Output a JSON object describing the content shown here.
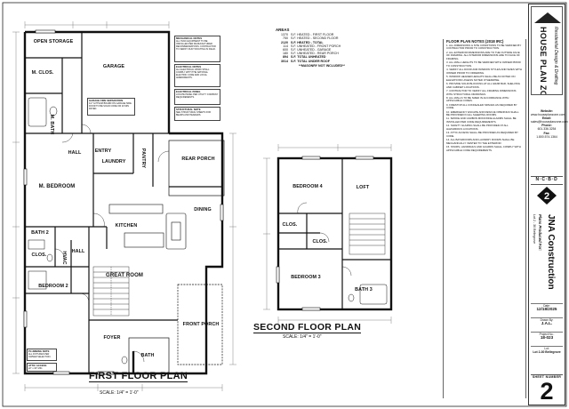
{
  "first_floor": {
    "title": "FIRST FLOOR PLAN",
    "scale": "SCALE: 1/4\" = 1'-0\"",
    "rooms": [
      {
        "name": "OPEN STORAGE",
        "dims": ""
      },
      {
        "name": "GARAGE",
        "dims": ""
      },
      {
        "name": "M. CLOS.",
        "dims": ""
      },
      {
        "name": "M. BATH",
        "dims": ""
      },
      {
        "name": "HALL",
        "dims": ""
      },
      {
        "name": "ENTRY",
        "dims": ""
      },
      {
        "name": "LAUNDRY",
        "dims": ""
      },
      {
        "name": "PANTRY",
        "dims": ""
      },
      {
        "name": "REAR PORCH",
        "dims": ""
      },
      {
        "name": "M. BEDROOM",
        "dims": ""
      },
      {
        "name": "DINING",
        "dims": ""
      },
      {
        "name": "KITCHEN",
        "dims": ""
      },
      {
        "name": "BATH 2",
        "dims": ""
      },
      {
        "name": "HALL",
        "dims": ""
      },
      {
        "name": "CLOS.",
        "dims": ""
      },
      {
        "name": "HVAC",
        "dims": ""
      },
      {
        "name": "GREAT ROOM",
        "dims": ""
      },
      {
        "name": "BEDROOM 2",
        "dims": ""
      },
      {
        "name": "FRONT PORCH",
        "dims": ""
      },
      {
        "name": "FOYER",
        "dims": ""
      },
      {
        "name": "BATH",
        "dims": ""
      }
    ]
  },
  "second_floor": {
    "title": "SECOND FLOOR PLAN",
    "scale": "SCALE: 1/4\" = 1'-0\"",
    "rooms": [
      {
        "name": "BEDROOM 4",
        "dims": ""
      },
      {
        "name": "LOFT",
        "dims": ""
      },
      {
        "name": "CLOS.",
        "dims": ""
      },
      {
        "name": "CLOS.",
        "dims": ""
      },
      {
        "name": "BEDROOM 3",
        "dims": ""
      },
      {
        "name": "BATH 3",
        "dims": ""
      }
    ]
  },
  "areas": {
    "title": "AREAS",
    "rows": [
      {
        "value": "1370",
        "label": "S.F. HEATED - FIRST FLOOR"
      },
      {
        "value": "750",
        "label": "S.F. HEATED - SECOND FLOOR"
      },
      {
        "value": "2120",
        "label": "S.F. HEATED - TOTAL"
      },
      {
        "value": "114",
        "label": "S.F. UNHEATED - FRONT PORCH"
      },
      {
        "value": "600",
        "label": "S.F. UNHEATED - GARAGE"
      },
      {
        "value": "180",
        "label": "S.F. UNHEATED - REAR PORCH"
      },
      {
        "value": "894",
        "label": "S.F. TOTAL UNHEATED"
      },
      {
        "value": "3014",
        "label": "S.F. TOTAL UNDER ROOF"
      }
    ],
    "footnote": "**MASONRY NOT INCLUDED**"
  },
  "notes": {
    "title": "FLOOR PLAN NOTES (2018 IRC)",
    "items": [
      "1. ALL DIMENSIONS & SITE CONDITIONS TO BE VERIFIED BY CONTRACTOR PRIOR TO CONSTRUCTION.",
      "2. ALL EXTERIOR DIMENSIONS ARE TO THE OUTSIDE FACE OF FRAMING. ALL INTERIOR DIMENSIONS ARE TO FACE OF FRAMING.",
      "3. ALL WALL HEIGHTS TO BE VERIFIED WITH OWNER PRIOR TO CONSTRUCTION.",
      "4. VERIFY ALL DOOR AND WINDOW STYLES AND SIZES WITH OWNER PRIOR TO ORDERING.",
      "5. WINDOW HEADER HEIGHTS SHALL BE AS NOTED ON ELEVATIONS UNLESS NOTED OTHERWISE.",
      "6. PROVIDE SOLID BLOCKING AT ALL GRAB BAR, SHELVING AND CABINET LOCATIONS.",
      "7. CONTRACTOR TO VERIFY ALL FRAMING DIMENSIONS WITH STRUCTURAL DRAWINGS.",
      "8. ALL WALLS TO BE SIZED IN ACCORDANCE WITH APPLICABLE CODES.",
      "9. FIRESTOP ALL CONCEALED SPACES AS REQUIRED BY CODE.",
      "10. EMERGENCY ESCAPE AND RESCUE OPENINGS SHALL BE PROVIDED IN ALL SLEEPING ROOMS.",
      "11. SMOKE AND CARBON MONOXIDE ALARMS SHALL BE INSTALLED PER CODE REQUIREMENTS.",
      "12. SAFETY GLAZING SHALL BE PROVIDED AT ALL HAZARDOUS LOCATIONS.",
      "13. ATTIC ACCESS SHALL BE PROVIDED AS REQUIRED BY CODE.",
      "14. ALL BATHROOMS AND LAUNDRY ROOMS SHALL BE MECHANICALLY VENTED TO THE EXTERIOR.",
      "15. STAIRS, HANDRAILS AND GUARDS SHALL COMPLY WITH APPLICABLE CODE REQUIREMENTS."
    ]
  },
  "title_block": {
    "company_name": "HOUSE PLAN ZONE",
    "company_tagline": "Residential Design & Drafting",
    "website_label": "Website:",
    "website": "www.houseplanzone.com",
    "email_label": "Email:",
    "email": "sales@houseplanzone.com",
    "phone_label": "Phone:",
    "phone": "601.336.3254",
    "fax_label": "Fax:",
    "fax": "1.800.574.1364",
    "association": "N·C·B·D",
    "badge_number": "2",
    "produced_for_label": "Plans Produced For:",
    "client": "JNA Construction",
    "project_address": "Lot 2 - 30 Bellegrove",
    "date_label": "Date:",
    "date": "12/18/2025",
    "drawn_by_label": "Drawn By:",
    "drawn_by": "J.A.L.",
    "project_no_label": "Project No.:",
    "project_no": "18-023",
    "lot_label": "Lot:",
    "lot": "Lot 2-30 Bellegrove",
    "sheet_label": "SHEET NUMBER",
    "sheet_number": "2"
  },
  "callouts": [
    {
      "title": "MECHANICAL NOTES",
      "body": "ALL HVAC EQUIPMENT TO BE INSTALLED PER MANUFACTURER RECOMMENDATIONS. CONTRACTOR TO VERIFY DUCT ROUTING IN FIELD."
    },
    {
      "title": "ELECTRICAL NOTES",
      "body": "ALL ELECTRICAL WORK SHALL COMPLY WITH THE NATIONAL ELECTRIC CODE AND LOCAL AMENDMENTS."
    },
    {
      "title": "ELECTRICAL PANEL",
      "body": "LOCATE PANEL PER UTILITY COMPANY REQUIREMENTS."
    },
    {
      "title": "STRUCTURAL NOTE",
      "body": "SEE STRUCTURAL SHEETS FOR BEAMS AND HEADERS."
    },
    {
      "title": "GARAGE FIRE SEPARATION",
      "body": "1/2\" GYPSUM BOARD ON GARAGE SIDE. DOOR TO BE SOLID CORE OR 20 MIN RATED."
    },
    {
      "title": "PLUMBING NOTE",
      "body": "ALL FIXTURES PER OWNER SELECTION."
    },
    {
      "title": "ATTIC ACCESS",
      "body": "22\" x 30\" MIN."
    }
  ]
}
